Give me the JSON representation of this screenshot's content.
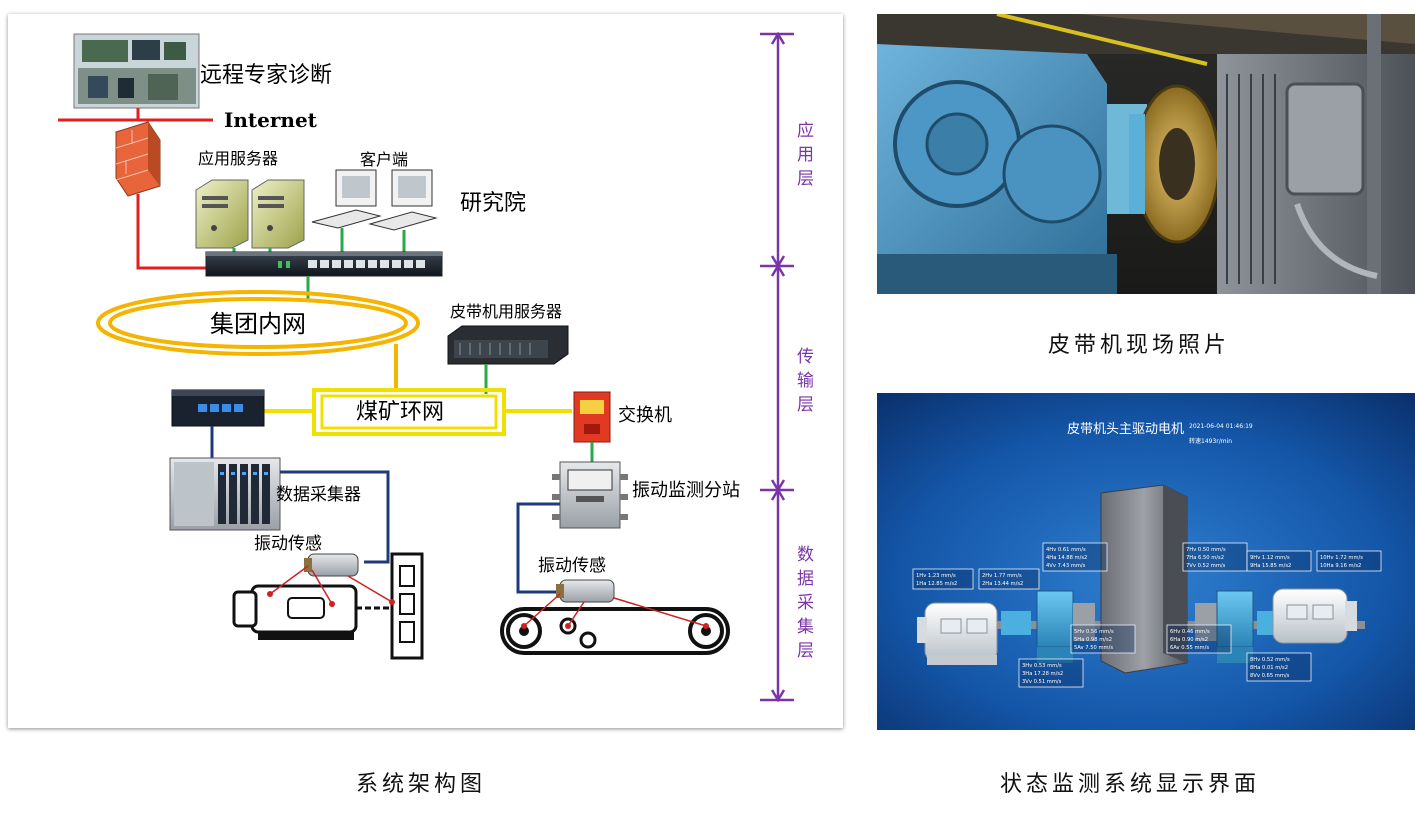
{
  "architecture": {
    "remote_expert": "远程专家诊断",
    "internet": "Internet",
    "app_server": "应用服务器",
    "client": "客户端",
    "institute": "研究院",
    "group_intranet": "集团内网",
    "belt_server": "皮带机用服务器",
    "mine_ring_net": "煤矿环网",
    "switch": "交换机",
    "data_collector": "数据采集器",
    "vib_substation": "振动监测分站",
    "vib_sensor_left": "振动传感",
    "vib_sensor_right": "振动传感",
    "layers": {
      "application": [
        "应",
        "用",
        "层"
      ],
      "transmission": [
        "传",
        "输",
        "层"
      ],
      "acquisition": [
        "数",
        "据",
        "采",
        "集",
        "层"
      ]
    }
  },
  "captions": {
    "architecture": "系统架构图",
    "site_photo": "皮带机现场照片",
    "monitor_ui": "状态监测系统显示界面"
  },
  "monitor": {
    "title": "皮带机头主驱动电机",
    "datetime": "2021-06-04 01:46:19",
    "speed": "转速1493r/min",
    "boxes": [
      {
        "lines": [
          "1Hv   1.23 mm/s",
          "1Ha   12.85 m/s2"
        ]
      },
      {
        "lines": [
          "2Hv   1.77 mm/s",
          "2Ha   13.44 m/s2"
        ]
      },
      {
        "lines": [
          "3Hv   0.53 mm/s",
          "3Ha   17.28 m/s2",
          "3Vv   0.51 mm/s"
        ]
      },
      {
        "lines": [
          "4Hv   0.61 mm/s",
          "4Ha   14.88 m/s2",
          "4Vv   7.43 mm/s"
        ]
      },
      {
        "lines": [
          "5Hv   0.56 mm/s",
          "5Ha   0.98 m/s2",
          "5Av   7.50 mm/s"
        ]
      },
      {
        "lines": [
          "6Hv   0.46 mm/s",
          "6Ha   0.90 m/s2",
          "6Av   0.55 mm/s"
        ]
      },
      {
        "lines": [
          "7Hv   0.50 mm/s",
          "7Ha   6.50 m/s2",
          "7Vv   0.52 mm/s"
        ]
      },
      {
        "lines": [
          "8Hv   0.52 mm/s",
          "8Ha   0.01 m/s2",
          "8Vv   0.65 mm/s"
        ]
      },
      {
        "lines": [
          "9Hv   1.12 mm/s",
          "9Ha   15.85 m/s2"
        ]
      },
      {
        "lines": [
          "10Hv  1.72 mm/s",
          "10Ha  9.16 m/s2"
        ]
      }
    ]
  },
  "colors": {
    "internet_line": "#e02020",
    "intranet_ring": "#f5b400",
    "mine_ring": "#f0e000",
    "layer_bar": "#7a35a8",
    "green_link": "#2aa84a",
    "navy_link": "#1c3b78",
    "monitor_bg": "#1456a8"
  }
}
